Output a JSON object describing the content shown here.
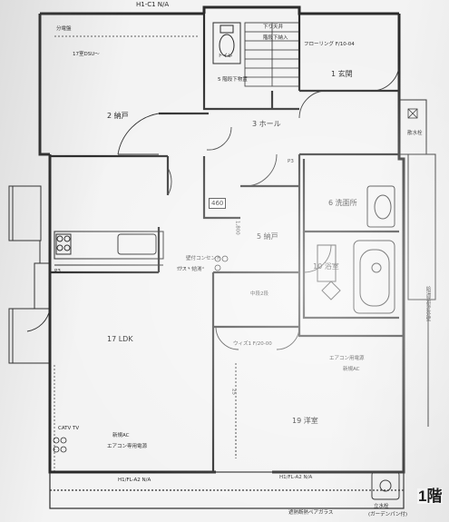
{
  "header": {
    "top_level": "H1-C1 N/A"
  },
  "rooms": {
    "entrance": "1 玄関",
    "storage_2": "2 納戸",
    "hall": "3 ホール",
    "storage_5": "5 納戸",
    "washroom": "6 洗面所",
    "bath": "10 浴室",
    "ldk": "17 LDK",
    "western": "19 洋室"
  },
  "labels": {
    "toilet_lower": "トイレ",
    "stair_top": "下り天井",
    "stair_storage": "階段下納入",
    "stair_under": "5 階段下物置",
    "sunken_ceiling": "17室DSU～",
    "ceiling_flooring": "フローリング F/10-04",
    "crawl_space": "ウィズ1 F/20-00",
    "middle_landing": "中段2段",
    "aircon_ldk": "新規AC",
    "aircon_room": "新規AC",
    "aircon_dedicated": "エアコン用電源",
    "aircon_dedicated_2": "エアコン専用電源",
    "catv": "CATV TV",
    "distribution_panel": "分電盤",
    "outlet_line": "壁付コンセント",
    "unit_line": "ガス・給湯",
    "wall_note_right": "給湯器付近外壁",
    "water_meter": "散水栓",
    "south_deck": "H1/FL-A2 N/A",
    "south_deck_2": "H1/FL-A2 N/A",
    "south_wall_note": "遮熱断熱ペアガラス",
    "garden_water": "立水栓",
    "garden_water_2": "(ガーデンパン付)",
    "dim_460": "460",
    "dim_1800": "1,800",
    "dim_p3_a": "P3",
    "dim_p3_b": "P3",
    "dim_25": "25"
  },
  "floor_tag": "1階"
}
